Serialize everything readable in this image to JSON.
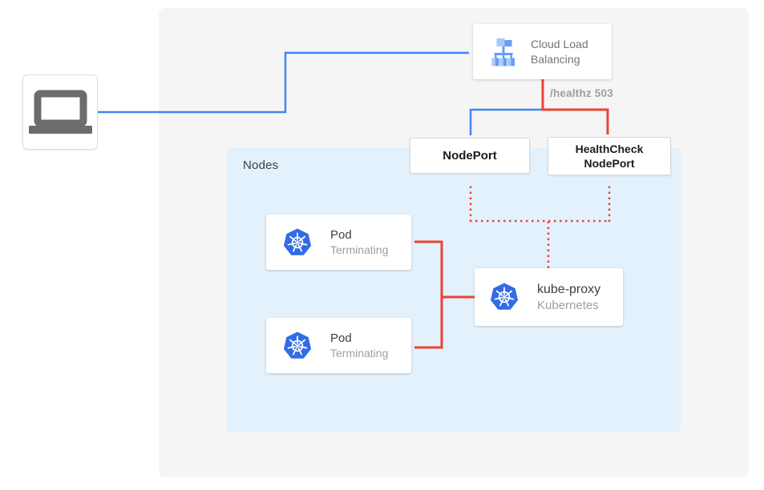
{
  "diagram": {
    "client": {
      "name": "client laptop"
    },
    "cloud_lb": {
      "label": "Cloud Load Balancing"
    },
    "health_edge_label": "/healthz 503",
    "nodeport": {
      "label": "NodePort"
    },
    "healthcheck_nodeport": {
      "label": "HealthCheck NodePort"
    },
    "nodes_panel": {
      "label": "Nodes"
    },
    "pods": [
      {
        "title": "Pod",
        "status": "Terminating"
      },
      {
        "title": "Pod",
        "status": "Terminating"
      }
    ],
    "kube_proxy": {
      "title": "kube-proxy",
      "subtitle": "Kubernetes"
    },
    "colors": {
      "edge_blue": "#4285F4",
      "edge_red": "#EA4335",
      "kubernetes_blue": "#326CE5",
      "lb_icon_light_blue": "#A8C7FA",
      "lb_icon_medium_blue": "#669DF6",
      "cluster_panel_gray": "#f5f5f5",
      "nodes_panel_blue": "#e3f1fc",
      "laptop_gray": "#6c6c6c"
    }
  }
}
